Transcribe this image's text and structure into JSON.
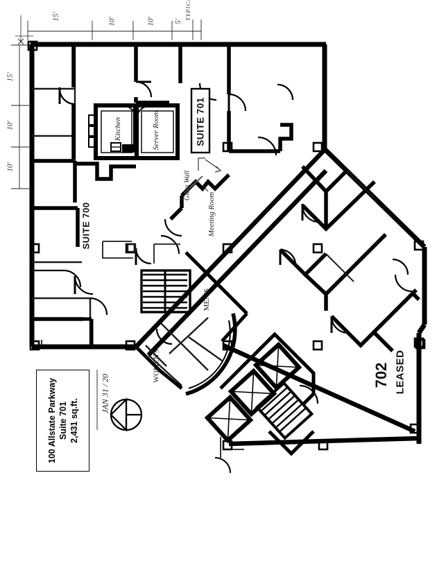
{
  "document": {
    "type": "architectural-floor-plan",
    "title_block": {
      "address": "100 Allstate Parkway",
      "suite": "Suite 701",
      "area": "2,431 sq.ft."
    },
    "date_stamp": "JAN 31 / 20",
    "north_arrow": "north-arrow-compass"
  },
  "suite_labels": {
    "suite_700": "SUITE 700",
    "suite_701": "SUITE 701",
    "leased_number": "702",
    "leased_status": "LEASED"
  },
  "room_annotations": [
    {
      "id": "kitchen",
      "text": "Kitchen"
    },
    {
      "id": "server-room",
      "text": "Server Room"
    },
    {
      "id": "meeting-room",
      "text": "Meeting Room"
    },
    {
      "id": "glass-wall",
      "text": "Glass Wall"
    },
    {
      "id": "mens-washroom",
      "text": "MEN'S"
    },
    {
      "id": "womens-washroom",
      "text": "WOMEN'S"
    }
  ],
  "dimensions": {
    "top": [
      {
        "value": "15'"
      },
      {
        "value": "10'"
      },
      {
        "value": "10'"
      },
      {
        "value": "5'"
      }
    ],
    "top_note": "TYPICAL",
    "left": [
      {
        "value": "15'"
      },
      {
        "value": "10'"
      },
      {
        "value": "10'"
      }
    ]
  },
  "colors": {
    "ink": "#000000",
    "paper": "#ffffff",
    "light_line": "#3a3a3a"
  }
}
